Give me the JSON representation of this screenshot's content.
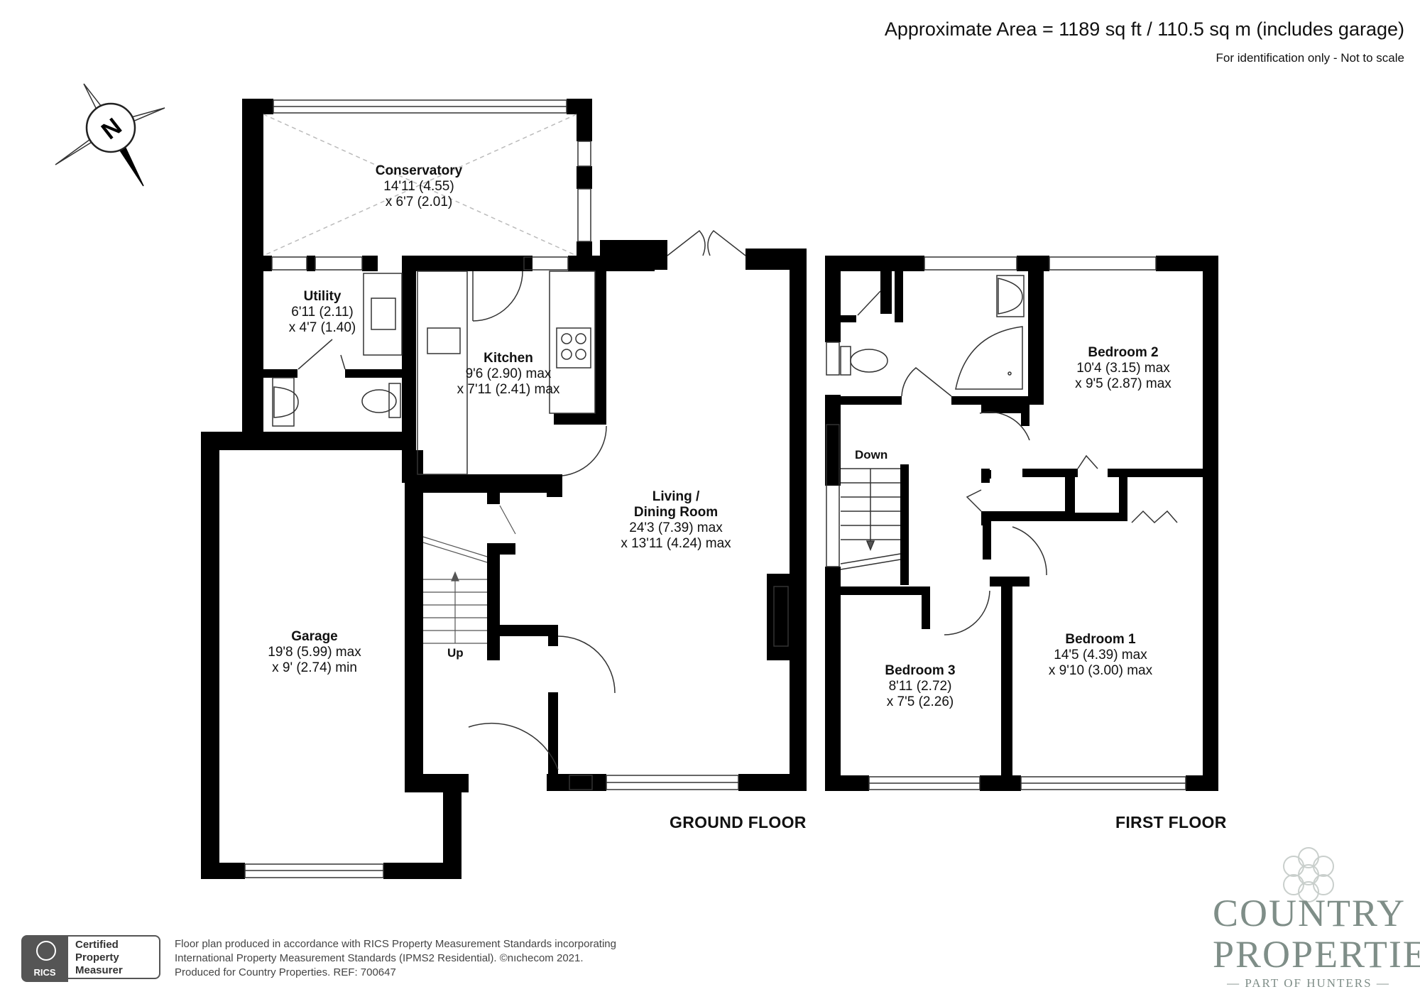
{
  "header": {
    "area": "Approximate Area = 1189 sq ft / 110.5 sq m (includes garage)",
    "note": "For identification only - Not to scale"
  },
  "compass": {
    "label": "N"
  },
  "ground_floor": {
    "label": "GROUND FLOOR",
    "rooms": [
      {
        "name": "Conservatory",
        "dims": [
          "14'11 (4.55)",
          "x 6'7 (2.01)"
        ]
      },
      {
        "name": "Utility",
        "dims": [
          "6'11 (2.11)",
          "x 4'7 (1.40)"
        ]
      },
      {
        "name": "Kitchen",
        "dims": [
          "9'6 (2.90) max",
          "x 7'11 (2.41) max"
        ]
      },
      {
        "name": "Living /",
        "name2": "Dining Room",
        "dims": [
          "24'3 (7.39) max",
          "x 13'11 (4.24) max"
        ]
      },
      {
        "name": "Garage",
        "dims": [
          "19'8 (5.99) max",
          "x 9' (2.74) min"
        ]
      }
    ],
    "stairs_label": "Up"
  },
  "first_floor": {
    "label": "FIRST FLOOR",
    "rooms": [
      {
        "name": "Bedroom 2",
        "dims": [
          "10'4 (3.15) max",
          "x 9'5 (2.87) max"
        ]
      },
      {
        "name": "Bedroom 1",
        "dims": [
          "14'5 (4.39) max",
          "x 9'10 (3.00) max"
        ]
      },
      {
        "name": "Bedroom 3",
        "dims": [
          "8'11 (2.72)",
          "x 7'5 (2.26)"
        ]
      }
    ],
    "stairs_label": "Down"
  },
  "footer": {
    "lines": [
      "Floor plan produced in accordance with RICS Property Measurement Standards incorporating",
      "International Property Measurement Standards (IPMS2 Residential).  ©nıchecom 2021.",
      "Produced for Country Properties.   REF: 700647"
    ],
    "badge_org": "RICS",
    "badge_text": [
      "Certified",
      "Property",
      "Measurer"
    ]
  },
  "brand": {
    "line1": "COUNTRY",
    "line2": "PROPERTIES",
    "line3": "— PART OF HUNTERS —"
  },
  "colors": {
    "wall": "#000000",
    "fixture_line": "#444444",
    "brand": "#7f8e88",
    "diag": "#bbbbbb"
  }
}
